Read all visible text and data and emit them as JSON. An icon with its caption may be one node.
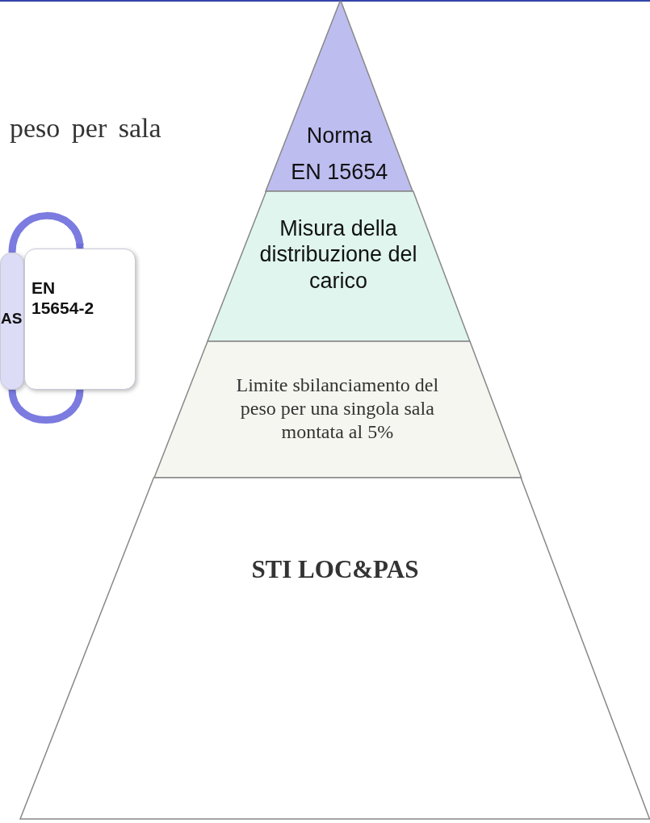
{
  "diagram": {
    "nodes": [
      {
        "text": [
          "Norma",
          "EN 15654"
        ]
      },
      {
        "text": [
          "Misura della distribuzione del carico"
        ]
      },
      {
        "text": [
          "Limite sbilanciamento del peso per una singola sala montata al 5%"
        ]
      },
      {
        "text": [
          "STI LOC&PAS"
        ]
      },
      {
        "text": [
          "AS"
        ]
      },
      {
        "text": [
          "EN 15654-2"
        ]
      }
    ],
    "edges": [
      {
        "from": 4,
        "to": 5,
        "arrow": "to"
      },
      {
        "from": 5,
        "to": 4,
        "arrow": "none"
      }
    ],
    "labels": [
      "peso per sala"
    ]
  }
}
